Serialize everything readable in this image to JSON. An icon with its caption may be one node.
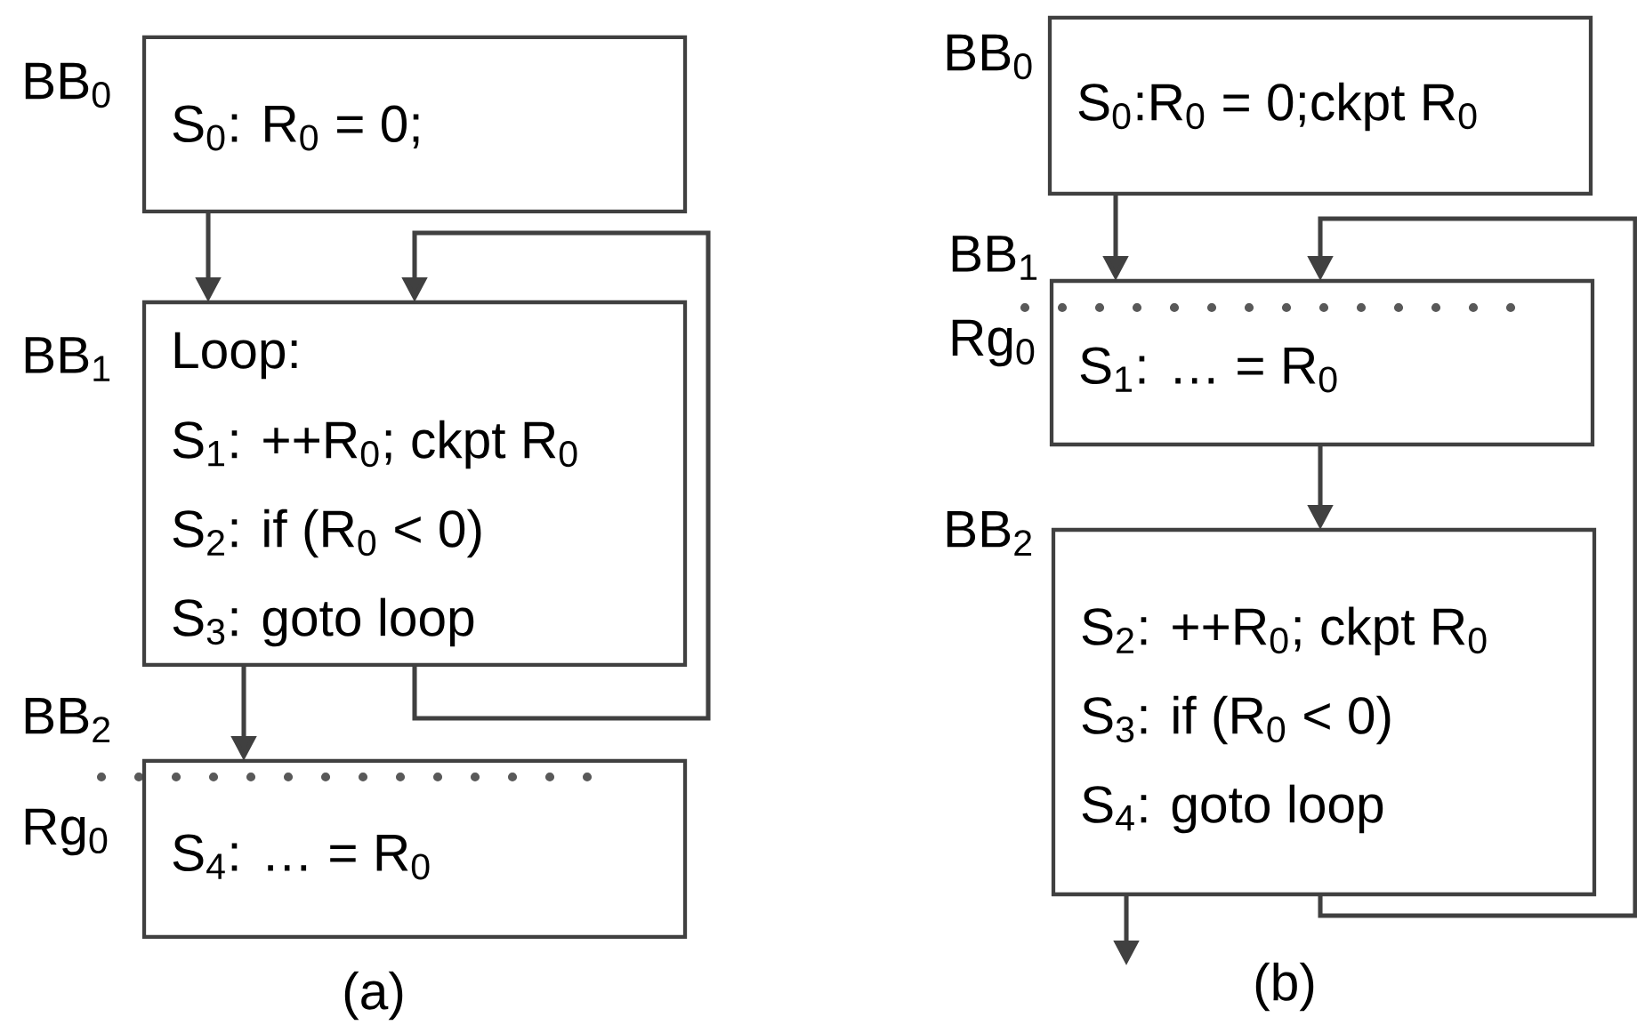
{
  "diagram": {
    "nodes": [
      {
        "text": [
          "S$_{0}$: R$_{0}$ = 0;"
        ],
        "beside": [
          "BB$_{0}$"
        ]
      },
      {
        "text": [
          "Loop:",
          "S$_{1}$: ++R$_{0}$; ckpt R$_{0}$",
          "S$_{2}$: if (R$_{0}$ < 0)",
          "S$_{3}$:   goto loop"
        ],
        "beside": [
          "BB$_{1}$"
        ]
      },
      {
        "text": [
          "S$_{4}$:   … = R$_{0}$"
        ],
        "beside": [
          "BB$_{2}$",
          "Rg$_{0}$"
        ]
      },
      {
        "text": [
          "S$_{0}$:R$_{0}$ = 0;ckpt R$_{0}$"
        ],
        "beside": [
          "BB$_{0}$"
        ]
      },
      {
        "text": [
          "S$_{1}$:  … = R$_{0}$"
        ],
        "beside": [
          "BB$_{1}$",
          "Rg$_{0}$"
        ]
      },
      {
        "text": [
          "S$_{2}$: ++R$_{0}$; ckpt R$_{0}$",
          "S$_{3}$: if (R$_{0}$ < 0)",
          "S$_{4}$:   goto loop"
        ],
        "beside": [
          "BB$_{2}$"
        ]
      }
    ],
    "edges": [
      {
        "from": 0,
        "to": 1,
        "arrow": "to"
      },
      {
        "from": 1,
        "to": 1,
        "arrow": "to"
      },
      {
        "from": 1,
        "to": 2,
        "arrow": "to"
      },
      {
        "from": 3,
        "to": 4,
        "arrow": "to"
      },
      {
        "from": 4,
        "to": 5,
        "arrow": "to"
      },
      {
        "from": 5,
        "to": 4,
        "arrow": "to"
      },
      {
        "from": 5,
        "to": null,
        "arrow": "to"
      }
    ],
    "labels": [
      "(a)",
      "(b)"
    ]
  }
}
